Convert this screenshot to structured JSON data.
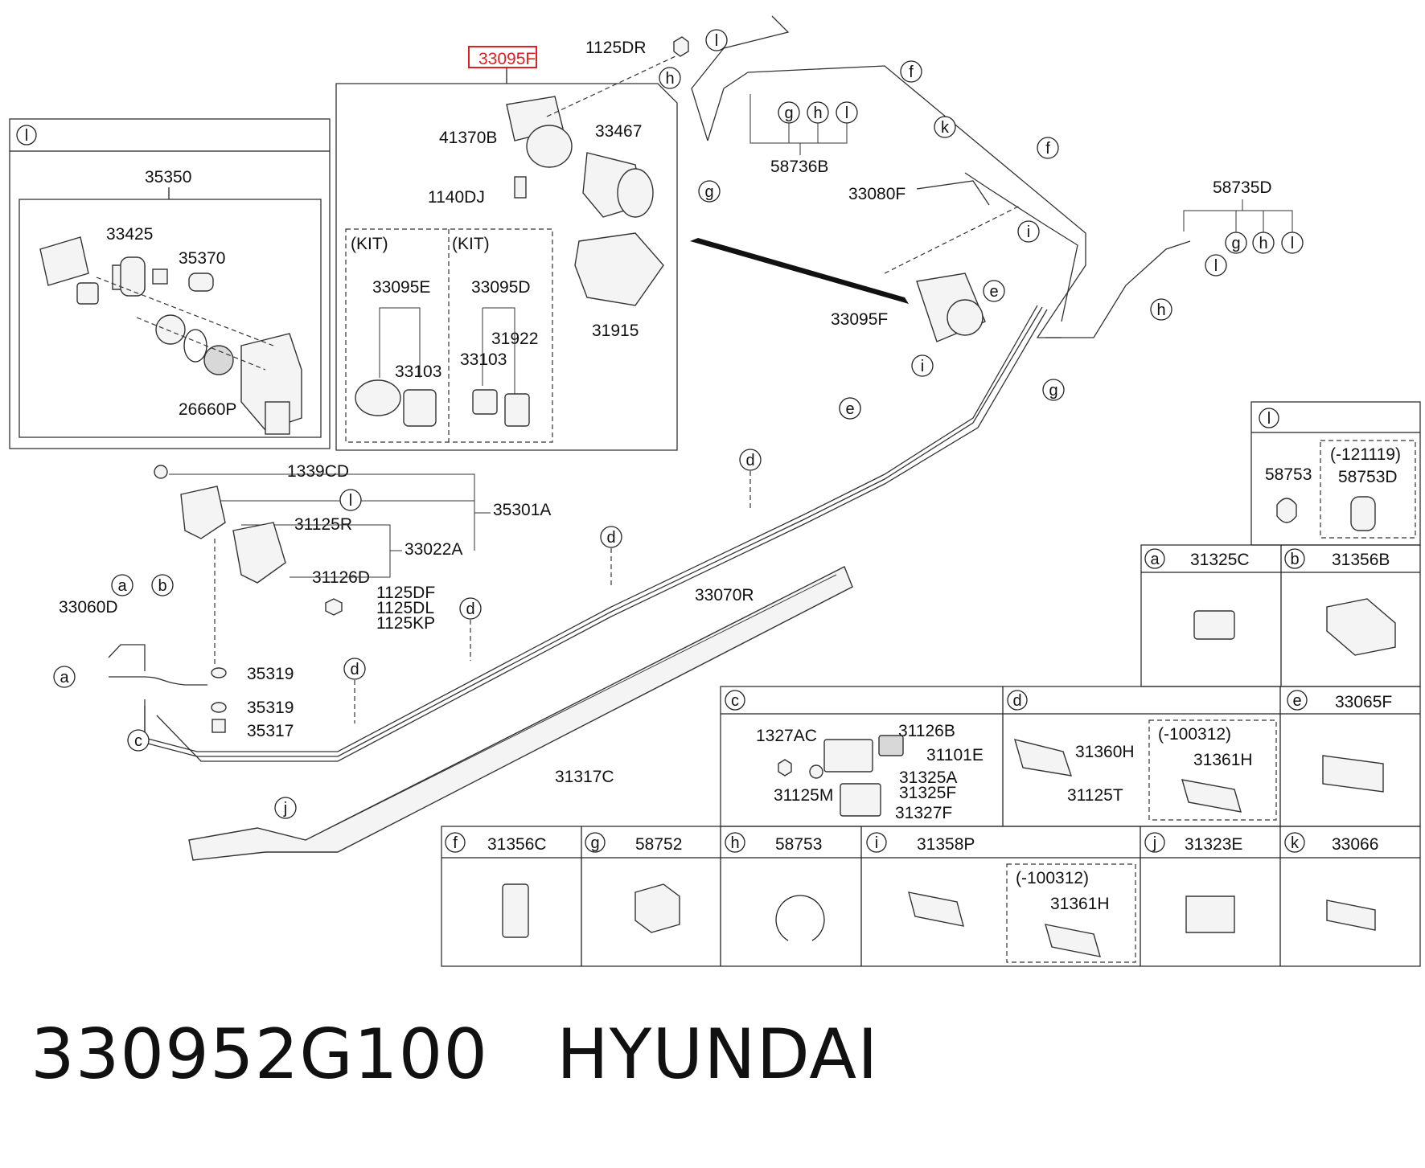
{
  "highlight_part": "33095F",
  "footer": {
    "part_number": "330952G100",
    "brand": "HYUNDAI"
  },
  "inset_l": {
    "letter": "l",
    "labels": {
      "assembly": "35350",
      "valve": "33425",
      "sensor": "35370",
      "seal": "26660P"
    }
  },
  "main_box": {
    "labels": {
      "top": "33095F",
      "bolt": "1125DR",
      "bracket": "41370B",
      "motor": "33467",
      "bolt2": "1140DJ",
      "cover": "31915",
      "kit1_title": "(KIT)",
      "kit1_part": "33095E",
      "kit1_sub": "33103",
      "kit2_title": "(KIT)",
      "kit2_part": "33095D",
      "kit2_sub1": "31922",
      "kit2_sub2": "33103"
    }
  },
  "upper_right": {
    "labels": {
      "clip_group": "58736B",
      "hose": "33080F",
      "motor_assy": "33095F",
      "clip_group2": "58735D"
    },
    "letters": {
      "l": "l",
      "h": "h",
      "g": "g",
      "f": "f",
      "k": "k",
      "e": "e",
      "i": "i"
    }
  },
  "left_assy": {
    "labels": {
      "bolt_top": "1339CD",
      "assy": "35301A",
      "pipe1": "31125R",
      "bracket": "33022A",
      "bolt3": "31126D",
      "b1": "1125DF",
      "b2": "1125DL",
      "b3": "1125KP",
      "tube": "33060D",
      "gasket1": "35319",
      "gasket2": "35319",
      "gasket3": "35317",
      "main_pipe": "33070R",
      "protector": "31317C"
    },
    "letters": {
      "a": "a",
      "b": "b",
      "c": "c",
      "d": "d",
      "e": "e",
      "i": "i",
      "j": "j",
      "l": "l"
    }
  },
  "legend": {
    "l_box": {
      "letter": "l",
      "part1": "58753",
      "note": "(-121119)",
      "part2": "58753D"
    },
    "a": {
      "letter": "a",
      "part": "31325C"
    },
    "b": {
      "letter": "b",
      "part": "31356B"
    },
    "c": {
      "letter": "c",
      "p1": "1327AC",
      "p2": "31126B",
      "p3": "31101E",
      "p4": "31325A",
      "p5": "31325F",
      "p6": "31125M",
      "p7": "31327F"
    },
    "d": {
      "letter": "d",
      "p1": "31360H",
      "p2": "31125T",
      "note": "(-100312)",
      "p3": "31361H"
    },
    "e": {
      "letter": "e",
      "part": "33065F"
    },
    "f": {
      "letter": "f",
      "part": "31356C"
    },
    "g": {
      "letter": "g",
      "part": "58752"
    },
    "h": {
      "letter": "h",
      "part": "58753"
    },
    "i": {
      "letter": "i",
      "part": "31358P",
      "note": "(-100312)",
      "part2": "31361H"
    },
    "j": {
      "letter": "j",
      "part": "31323E"
    },
    "k": {
      "letter": "k",
      "part": "33066"
    }
  }
}
